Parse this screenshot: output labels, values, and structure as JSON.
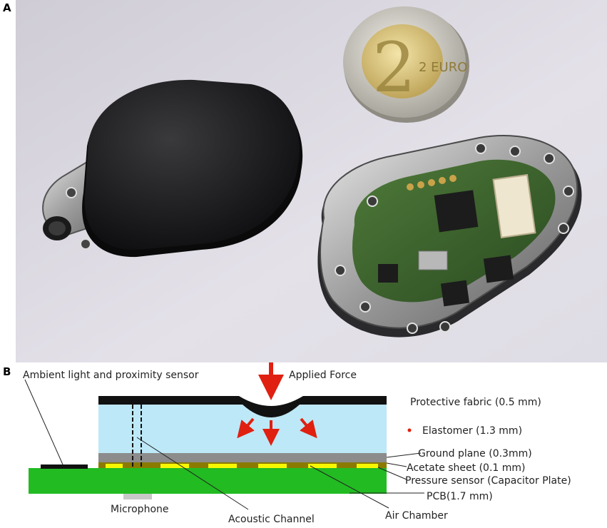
{
  "panels": {
    "a": "A",
    "b": "B"
  },
  "photo": {
    "coin_text": "2 EURO"
  },
  "diagram": {
    "labels": {
      "ambient": "Ambient light and proximity sensor",
      "force": "Applied Force",
      "fabric": "Protective fabric (0.5 mm)",
      "elastomer": "Elastomer (1.3 mm)",
      "ground": "Ground plane (0.3mm)",
      "acetate": "Acetate sheet (0.1 mm)",
      "pressure": "Pressure sensor (Capacitor Plate)",
      "pcb": "PCB(1.7 mm)",
      "microphone": "Microphone",
      "acoustic": "Acoustic Channel",
      "air": "Air Chamber"
    },
    "colors": {
      "fabric": "#111111",
      "elastomer": "#bde8f7",
      "ground": "#8c8c8c",
      "plate": "#8a7a00",
      "air_gap": "#f7f700",
      "pcb": "#22bb22",
      "arrow": "#e02010",
      "microphone": "#c8c8c8"
    }
  }
}
